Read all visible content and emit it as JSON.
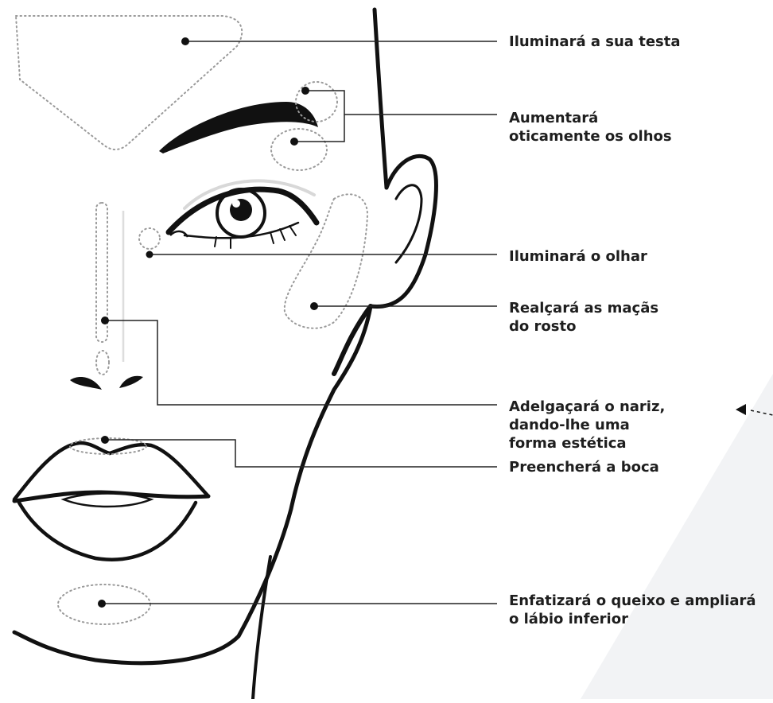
{
  "colors": {
    "background": "#ffffff",
    "line": "#111111",
    "text": "#1e1e1e",
    "dotted_outline": "#9a9a9a",
    "shade": "#f2f3f5"
  },
  "annotations": [
    {
      "id": "forehead",
      "text": "Iluminará a sua testa"
    },
    {
      "id": "eyes",
      "text": "Aumentará\noticamente os olhos"
    },
    {
      "id": "look",
      "text": "Iluminará o olhar"
    },
    {
      "id": "cheeks",
      "text": "Realçará as maçãs\ndo rosto"
    },
    {
      "id": "nose",
      "text": "Adelgaçará o nariz,\ndando-lhe uma\nforma estética"
    },
    {
      "id": "mouth",
      "text": "Preencherá a boca"
    },
    {
      "id": "chin",
      "text": "Enfatizará o queixo e ampliará\no lábio inferior"
    }
  ]
}
